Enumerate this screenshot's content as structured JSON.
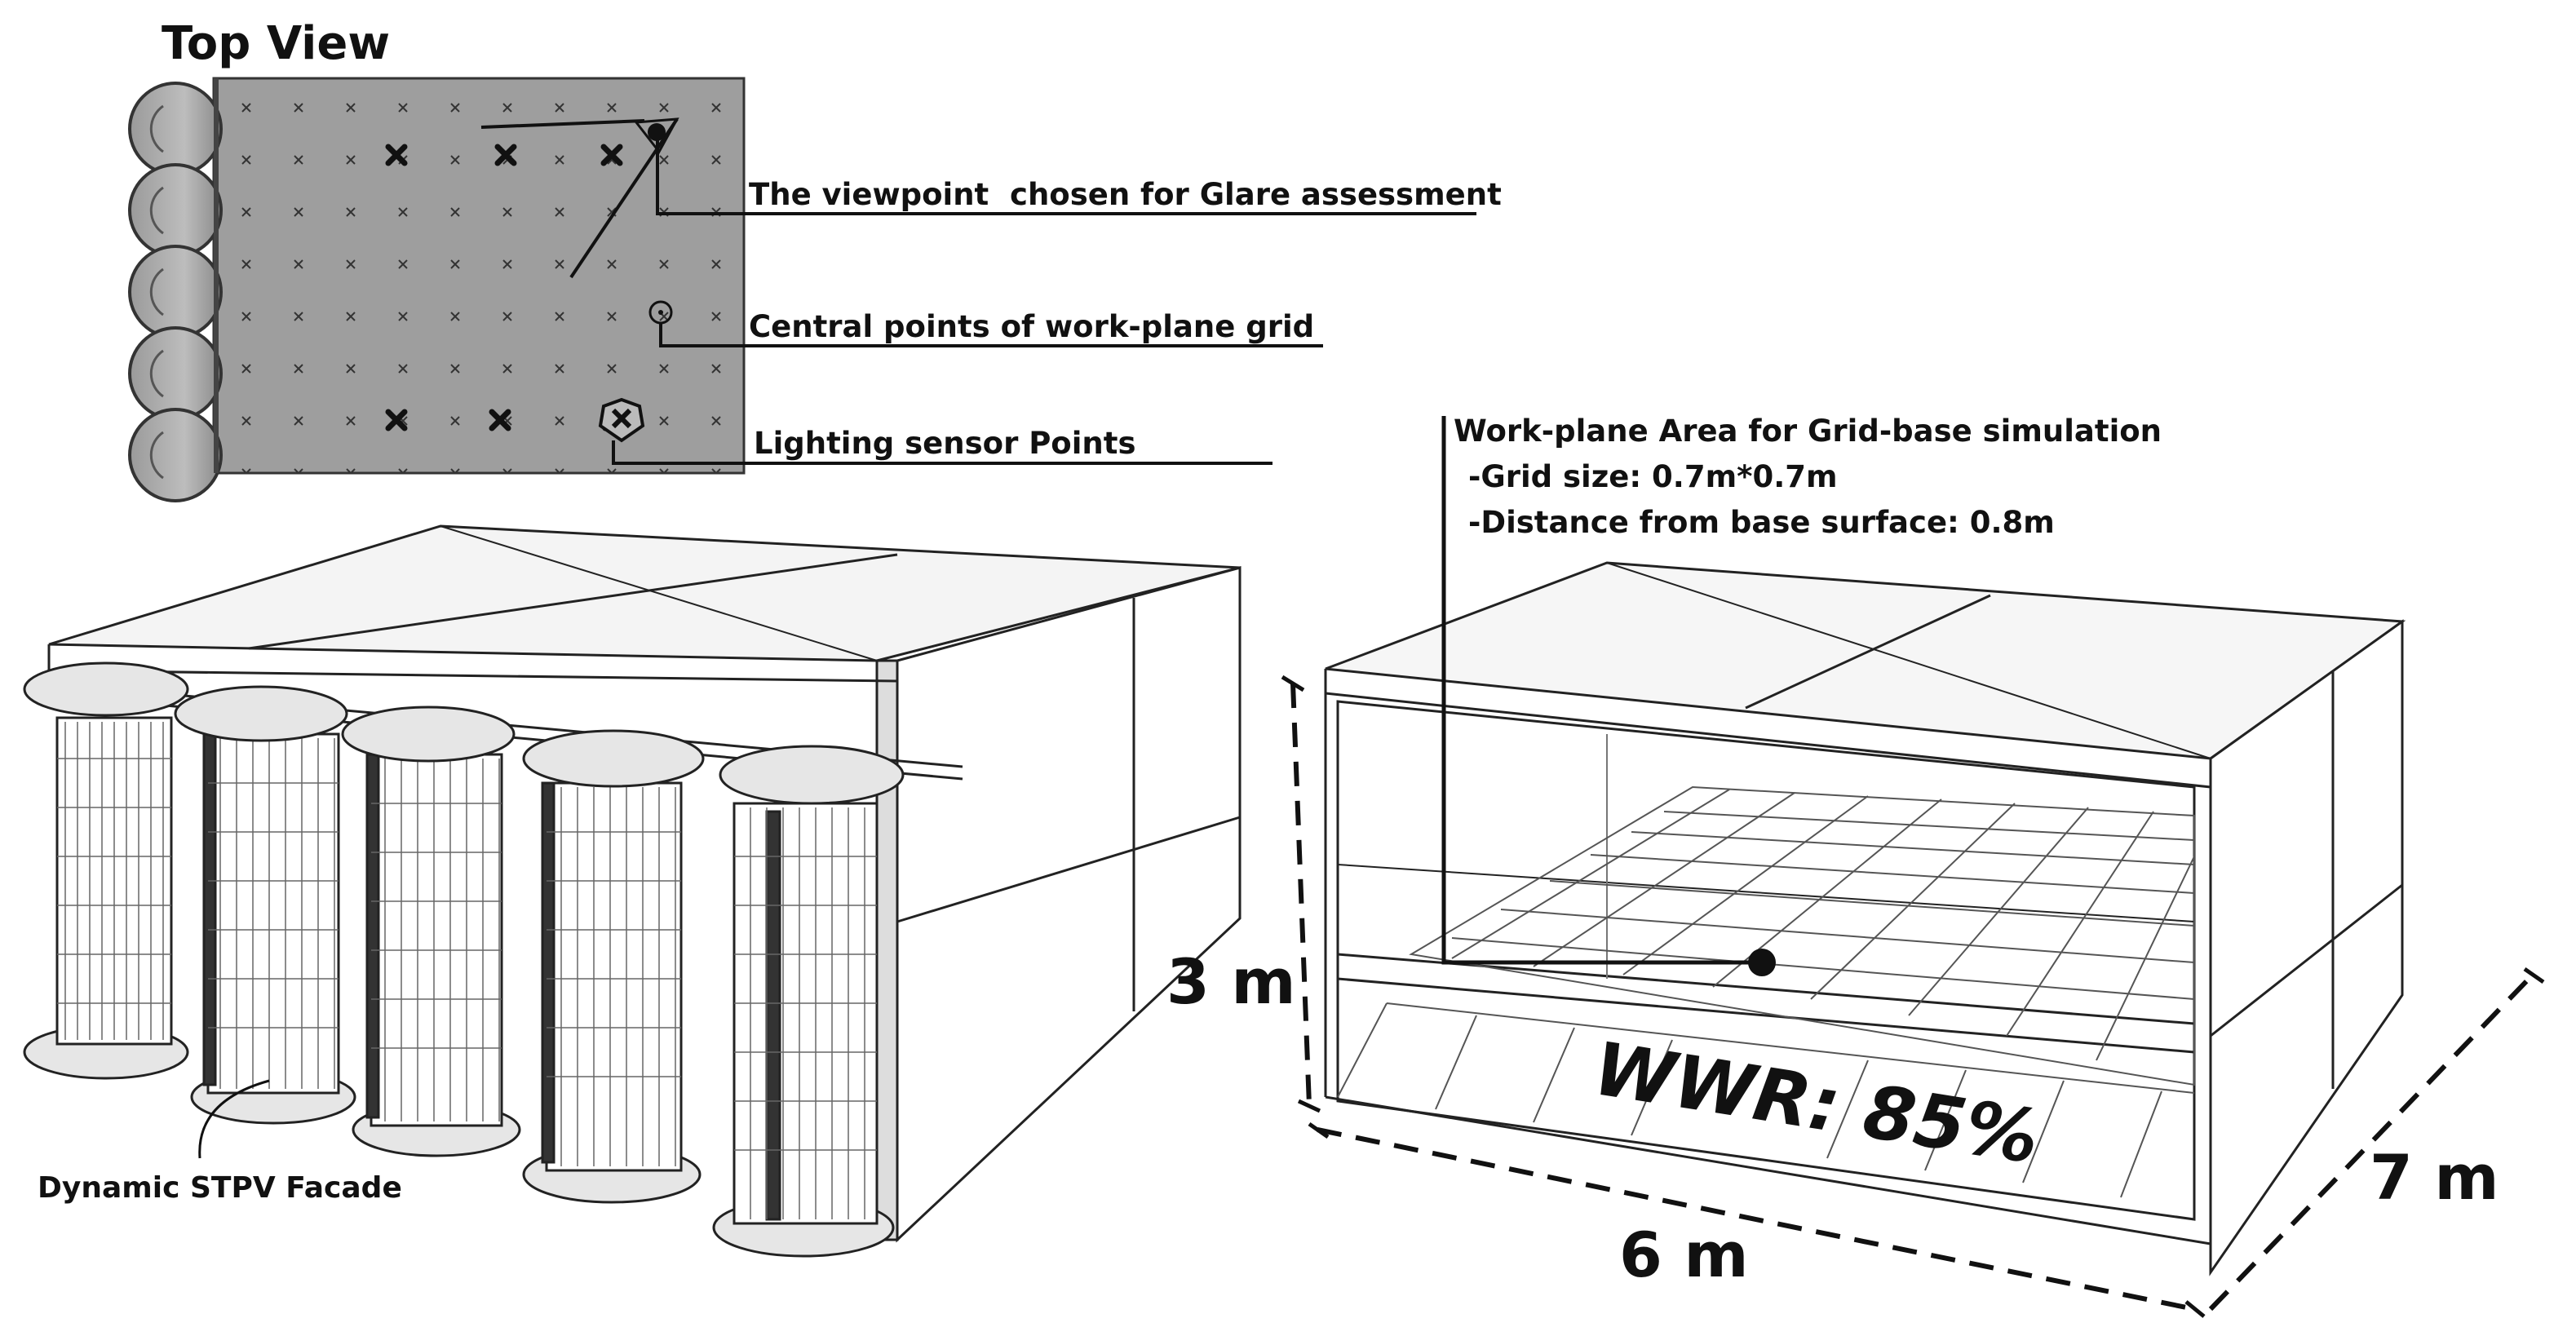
{
  "top_view": {
    "title": "Top View",
    "legend": {
      "viewpoint": "The viewpoint  chosen for Glare assessment",
      "grid_points": "Central points of work-plane grid",
      "sensor_points": "Lighting sensor Points"
    }
  },
  "workplane": {
    "title": "Work-plane Area for Grid-base simulation",
    "grid_size": "-Grid size: 0.7m*0.7m",
    "distance": "-Distance from base surface: 0.8m"
  },
  "facade_label": "Dynamic STPV Facade",
  "wwr": "WWR: 85%",
  "dimensions": {
    "height": "3 m",
    "width": "6 m",
    "depth": "7 m"
  }
}
